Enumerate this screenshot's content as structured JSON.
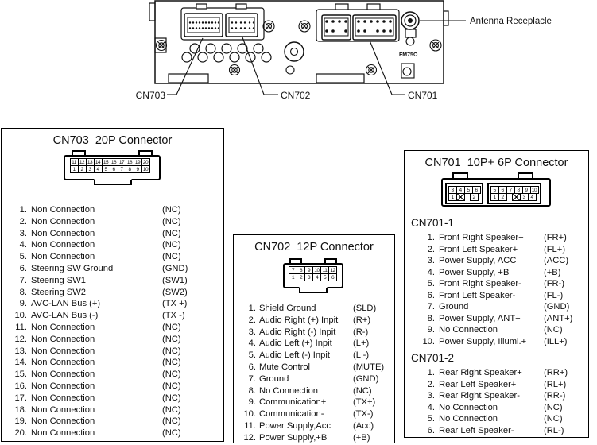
{
  "colors": {
    "ink": "#111111",
    "paper": "#ffffff"
  },
  "rear_view": {
    "antenna_label": "Antenna Receplacle",
    "fm_label": "FM75Ω",
    "labels": {
      "cn703": "CN703",
      "cn702": "CN702",
      "cn701": "CN701"
    }
  },
  "cn703": {
    "title": "CN703  20P Connector",
    "top_cells": [
      "11",
      "12",
      "13",
      "14",
      "15",
      "16",
      "17",
      "18",
      "19",
      "20"
    ],
    "bottom_cells": [
      "1",
      "2",
      "3",
      "4",
      "5",
      "6",
      "7",
      "8",
      "9",
      "10"
    ],
    "pins": [
      {
        "num": "1.",
        "label": "Non Connection",
        "code": "(NC)"
      },
      {
        "num": "2.",
        "label": "Non Connection",
        "code": "(NC)"
      },
      {
        "num": "3.",
        "label": "Non Connection",
        "code": "(NC)"
      },
      {
        "num": "4.",
        "label": "Non Connection",
        "code": "(NC)"
      },
      {
        "num": "5.",
        "label": "Non Connection",
        "code": "(NC)"
      },
      {
        "num": "6.",
        "label": "Steering SW Ground",
        "code": "(GND)"
      },
      {
        "num": "7.",
        "label": "Steering SW1",
        "code": "(SW1)"
      },
      {
        "num": "8.",
        "label": "Steering SW2",
        "code": "(SW2)"
      },
      {
        "num": "9.",
        "label": "AVC-LAN Bus (+)",
        "code": "(TX +)"
      },
      {
        "num": "10.",
        "label": "AVC-LAN Bus (-)",
        "code": "(TX -)"
      },
      {
        "num": "11.",
        "label": "Non Connection",
        "code": "(NC)"
      },
      {
        "num": "12.",
        "label": "Non Connection",
        "code": "(NC)"
      },
      {
        "num": "13.",
        "label": "Non Connection",
        "code": "(NC)"
      },
      {
        "num": "14.",
        "label": "Non Connection",
        "code": "(NC)"
      },
      {
        "num": "15.",
        "label": "Non Connection",
        "code": "(NC)"
      },
      {
        "num": "16.",
        "label": "Non Connection",
        "code": "(NC)"
      },
      {
        "num": "17.",
        "label": "Non Connection",
        "code": "(NC)"
      },
      {
        "num": "18.",
        "label": "Non Connection",
        "code": "(NC)"
      },
      {
        "num": "19.",
        "label": "Non Connection",
        "code": "(NC)"
      },
      {
        "num": "20.",
        "label": "Non Connection",
        "code": "(NC)"
      }
    ]
  },
  "cn702": {
    "title": "CN702  12P Connector",
    "top_cells": [
      "7",
      "8",
      "9",
      "10",
      "11",
      "12"
    ],
    "bottom_cells": [
      "1",
      "2",
      "3",
      "4",
      "5",
      "6"
    ],
    "pins": [
      {
        "num": "1.",
        "label": "Shield Ground",
        "code": "(SLD)"
      },
      {
        "num": "2.",
        "label": "Audio Right (+) Inpit",
        "code": "(R+)"
      },
      {
        "num": "3.",
        "label": "Audio Right (-) Inpit",
        "code": "(R-)"
      },
      {
        "num": "4.",
        "label": "Audio Left (+) Inpit",
        "code": "(L+)"
      },
      {
        "num": "5.",
        "label": "Audio Left (-) Inpit",
        "code": "(L -)"
      },
      {
        "num": "6.",
        "label": "Mute Control",
        "code": "(MUTE)"
      },
      {
        "num": "7.",
        "label": "Ground",
        "code": "(GND)"
      },
      {
        "num": "8.",
        "label": "No Connection",
        "code": "(NC)"
      },
      {
        "num": "9.",
        "label": "Communication+",
        "code": "(TX+)"
      },
      {
        "num": "10.",
        "label": "Communication-",
        "code": "(TX-)"
      },
      {
        "num": "11.",
        "label": "Power Supply,Acc",
        "code": "(Acc)"
      },
      {
        "num": "12.",
        "label": "Power Supply,+B",
        "code": "(+B)"
      }
    ]
  },
  "cn701": {
    "title": "CN701  10P+ 6P Connector",
    "block6": {
      "top": [
        "3",
        "4",
        "5",
        "6"
      ],
      "bottom": [
        "1",
        "X",
        "",
        "2"
      ]
    },
    "block10": {
      "top": [
        "5",
        "6",
        "7",
        "8",
        "9",
        "10"
      ],
      "bottom": [
        "1",
        "2",
        "",
        "X",
        "3",
        "4"
      ]
    },
    "sections": [
      {
        "heading": "CN701-1",
        "pins": [
          {
            "num": "1.",
            "label": "Front Right Speaker+",
            "code": "(FR+)"
          },
          {
            "num": "2.",
            "label": "Front Left Speaker+",
            "code": "(FL+)"
          },
          {
            "num": "3.",
            "label": "Power Supply, ACC",
            "code": "(ACC)"
          },
          {
            "num": "4.",
            "label": "Power Supply, +B",
            "code": "(+B)"
          },
          {
            "num": "5.",
            "label": "Front Right Speaker-",
            "code": "(FR-)"
          },
          {
            "num": "6.",
            "label": "Front Left Speaker-",
            "code": "(FL-)"
          },
          {
            "num": "7.",
            "label": "Ground",
            "code": "(GND)"
          },
          {
            "num": "8.",
            "label": "Power Supply, ANT+",
            "code": "(ANT+)"
          },
          {
            "num": "9.",
            "label": "No Connection",
            "code": "(NC)"
          },
          {
            "num": "10.",
            "label": "Power Supply, Illumi.+",
            "code": "(ILL+)"
          }
        ]
      },
      {
        "heading": "CN701-2",
        "pins": [
          {
            "num": "1.",
            "label": "Rear Right Speaker+",
            "code": "(RR+)"
          },
          {
            "num": "2.",
            "label": "Rear Left Speaker+",
            "code": "(RL+)"
          },
          {
            "num": "3.",
            "label": "Rear Right Speaker-",
            "code": "(RR-)"
          },
          {
            "num": "4.",
            "label": "No Connection",
            "code": "(NC)"
          },
          {
            "num": "5.",
            "label": "No Connection",
            "code": "(NC)"
          },
          {
            "num": "6.",
            "label": "Rear Left Speaker-",
            "code": "(RL-)"
          }
        ]
      }
    ]
  }
}
